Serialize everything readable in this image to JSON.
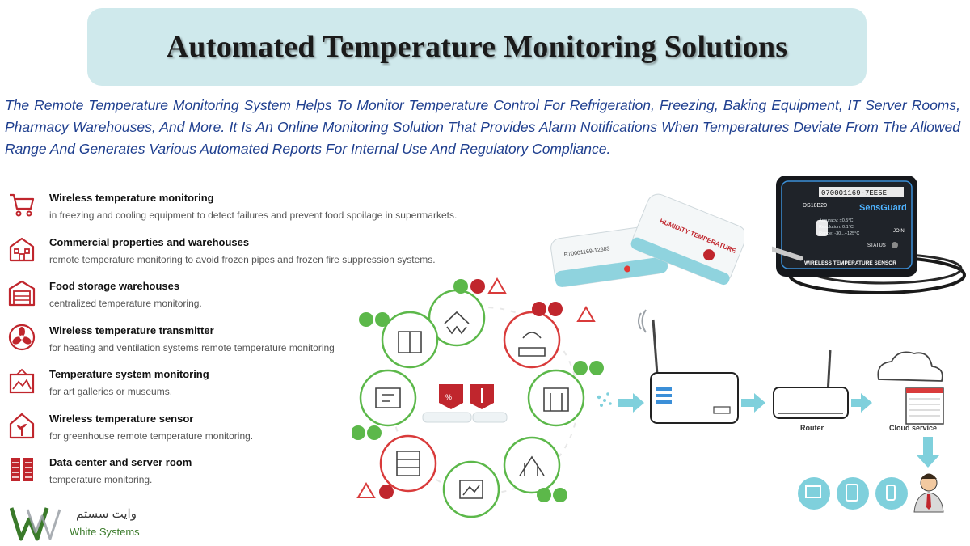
{
  "header": {
    "title": "Automated Temperature Monitoring Solutions"
  },
  "intro": "The Remote Temperature Monitoring System Helps To Monitor Temperature Control For Refrigeration, Freezing, Baking Equipment, IT Server Rooms, Pharmacy Warehouses, And More. It Is An Online Monitoring Solution That Provides Alarm Notifications When Temperatures Deviate From The Allowed Range And Generates Various Automated Reports For Internal Use And Regulatory Compliance.",
  "features": [
    {
      "icon": "shopping-cart-icon",
      "title": "Wireless temperature monitoring",
      "desc": "in freezing and cooling equipment to detect failures and prevent food spoilage in supermarkets."
    },
    {
      "icon": "building-icon",
      "title": "Commercial properties and warehouses",
      "desc": "remote temperature monitoring to avoid frozen pipes and frozen fire suppression systems."
    },
    {
      "icon": "warehouse-icon",
      "title": "Food storage warehouses",
      "desc": "centralized temperature monitoring."
    },
    {
      "icon": "fan-icon",
      "title": "Wireless temperature transmitter",
      "desc": "for heating and ventilation systems remote temperature monitoring"
    },
    {
      "icon": "art-frame-icon",
      "title": "Temperature system monitoring",
      "desc": "for art galleries or museums."
    },
    {
      "icon": "greenhouse-icon",
      "title": "Wireless temperature sensor",
      "desc": "for greenhouse remote temperature monitoring."
    },
    {
      "icon": "server-rack-icon",
      "title": "Data center and server room",
      "desc": "temperature monitoring."
    }
  ],
  "logo": {
    "arabic": "وايت سستم",
    "english": "White Systems"
  },
  "devices": {
    "sensor_id": "070001169-7EE5E",
    "brand": "SensGuard",
    "model": "DS18B20",
    "join": "JOIN",
    "status": "STATUS",
    "caption": "WIRELESS TEMPERATURE SENSOR",
    "specs": [
      "Accuracy: ±0.5°C",
      "Resolution: 0.1°C",
      "Range: -30...+125°C"
    ],
    "small_sensor_label": "HUMIDITY TEMPERATURE",
    "small_sensor_code": "B70001169-12383"
  },
  "network": {
    "router_label": "Router",
    "cloud_label": "Cloud service"
  },
  "colors": {
    "title_bg": "#cfe9ec",
    "intro_text": "#1f3f8f",
    "icon_red": "#c0262d",
    "ring_green": "#5cb84a",
    "ring_red": "#d93b3b",
    "arrow_teal": "#7fd0dc"
  }
}
